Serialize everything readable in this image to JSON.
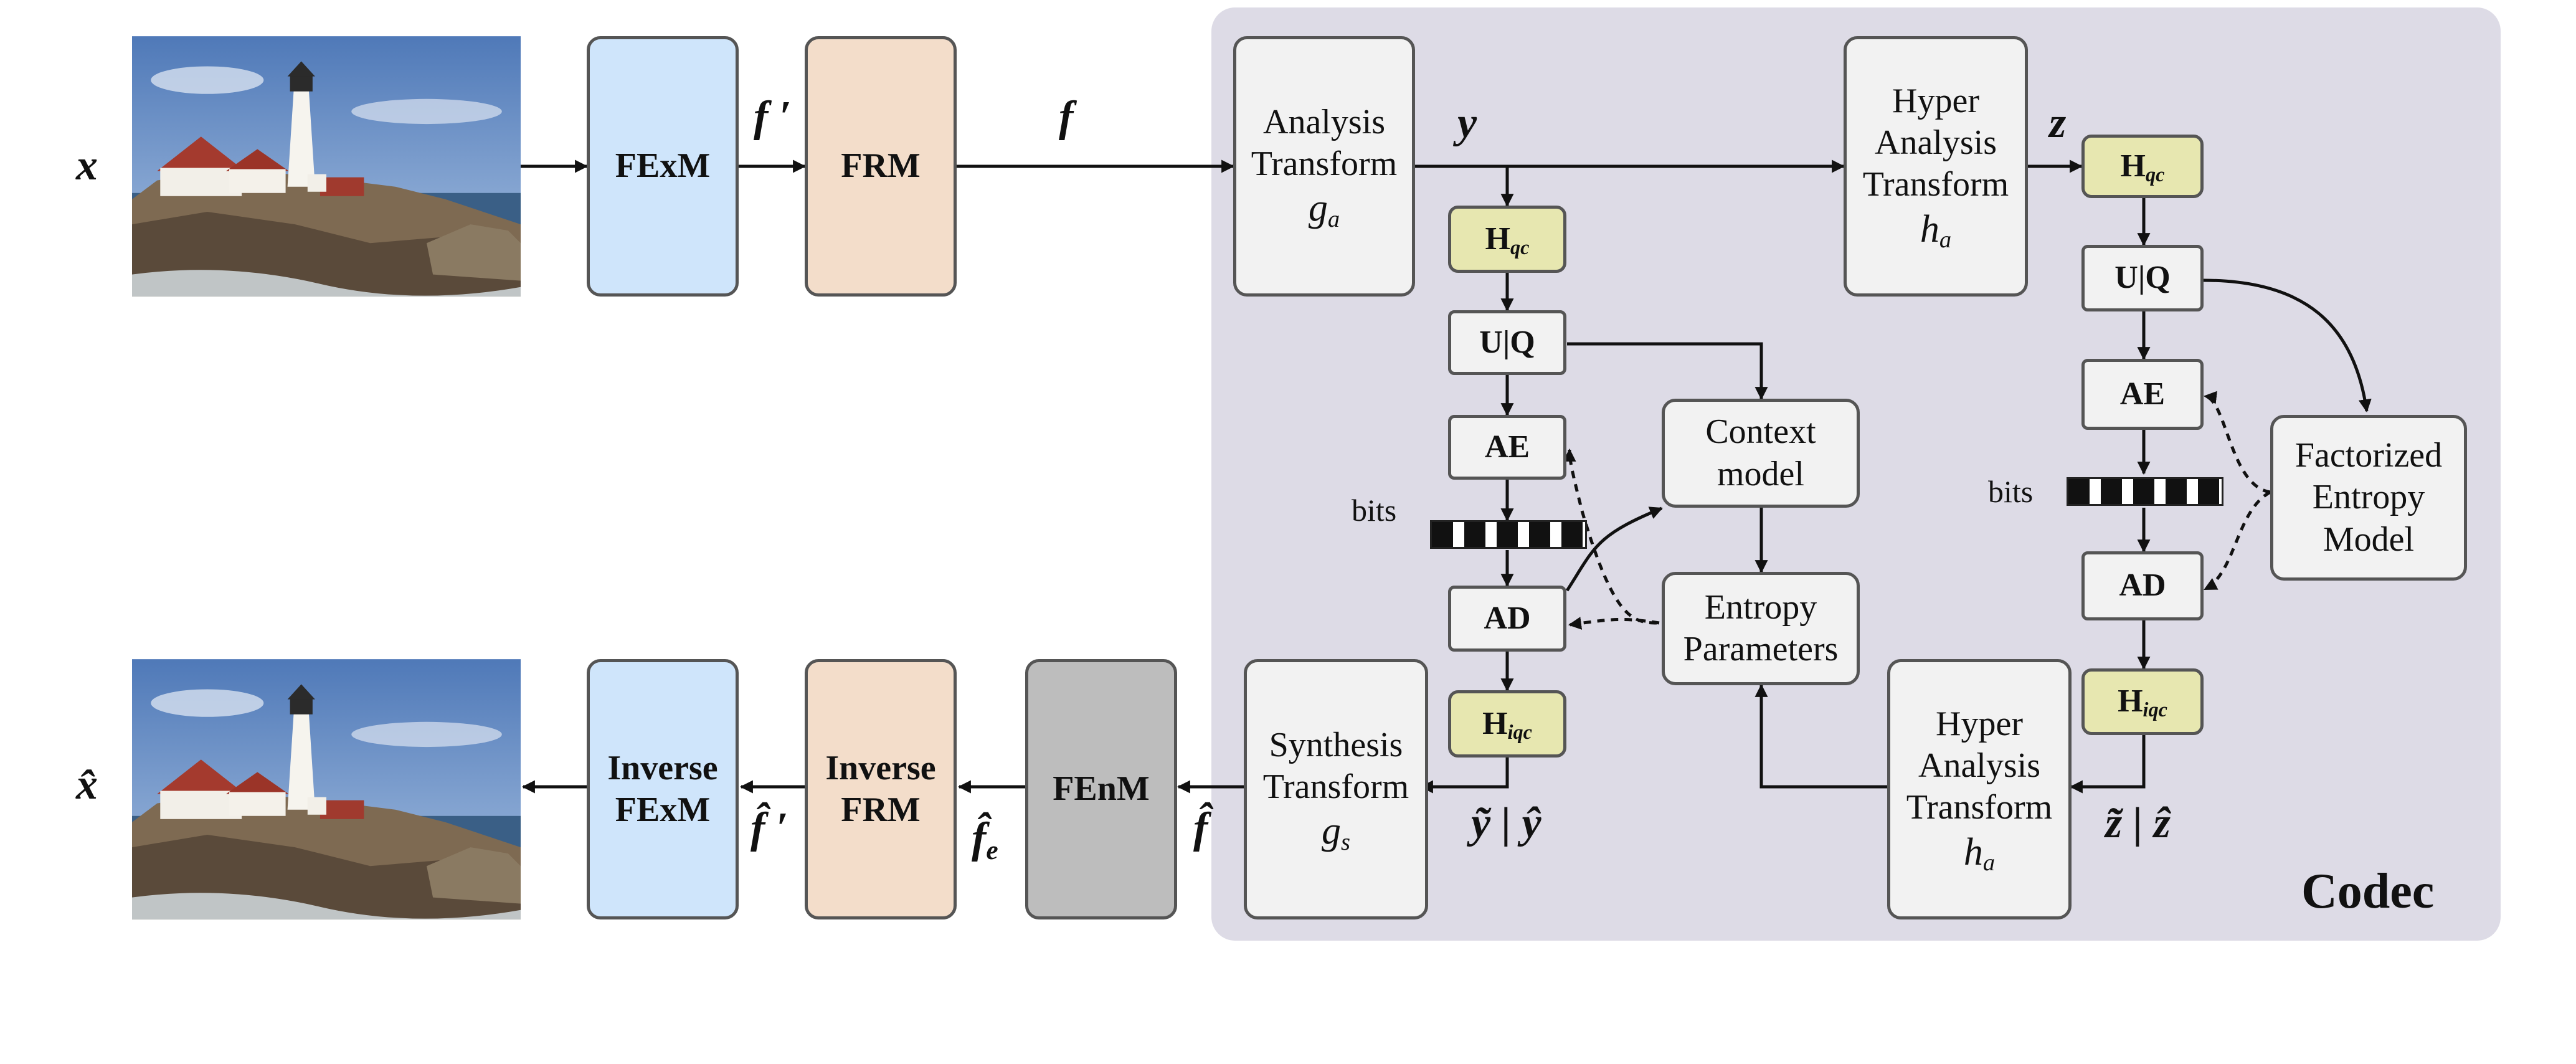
{
  "labels": {
    "x": "x",
    "x_hat": "x̂",
    "f_prime": "f ′",
    "f": "f",
    "f_hat": "f̂",
    "f_hat_prime": "f̂ ′",
    "f_hat_e": "f̂",
    "f_hat_e_sub": "e",
    "y": "y",
    "z": "z",
    "y_tilde_hat": "ỹ | ŷ",
    "z_tilde_hat": "z̃ | ẑ",
    "bits_left": "bits",
    "bits_right": "bits",
    "codec": "Codec"
  },
  "blocks": {
    "fexm": "FExM",
    "frm": "FRM",
    "inv_fexm_1": "Inverse",
    "inv_fexm_2": "FExM",
    "inv_frm_1": "Inverse",
    "inv_frm_2": "FRM",
    "fenm": "FEnM",
    "analysis_1": "Analysis",
    "analysis_2": "Transform",
    "analysis_sym": "g",
    "analysis_sub": "a",
    "hyper_a_1": "Hyper",
    "hyper_a_2": "Analysis",
    "hyper_a_3": "Transform",
    "hyper_a_sym": "h",
    "hyper_a_sub": "a",
    "synthesis_1": "Synthesis",
    "synthesis_2": "Transform",
    "synthesis_sym": "g",
    "synthesis_sub": "s",
    "hyper_s_1": "Hyper",
    "hyper_s_2": "Analysis",
    "hyper_s_3": "Transform",
    "hyper_s_sym": "h",
    "hyper_s_sub": "a",
    "context_1": "Context",
    "context_2": "model",
    "entropy_1": "Entropy",
    "entropy_2": "Parameters",
    "factorized_1": "Factorized",
    "factorized_2": "Entropy",
    "factorized_3": "Model",
    "h": "H",
    "qc": "qc",
    "iqc": "iqc",
    "uq": "U|Q",
    "ae": "AE",
    "ad": "AD"
  },
  "colors": {
    "codec_bg": "#dddbe6",
    "fexm": "#cfe5fb",
    "frm": "#f3ddca",
    "fenm": "#bdbdbd",
    "quant": "#e7e7b0",
    "transform": "#f2f2f2"
  }
}
